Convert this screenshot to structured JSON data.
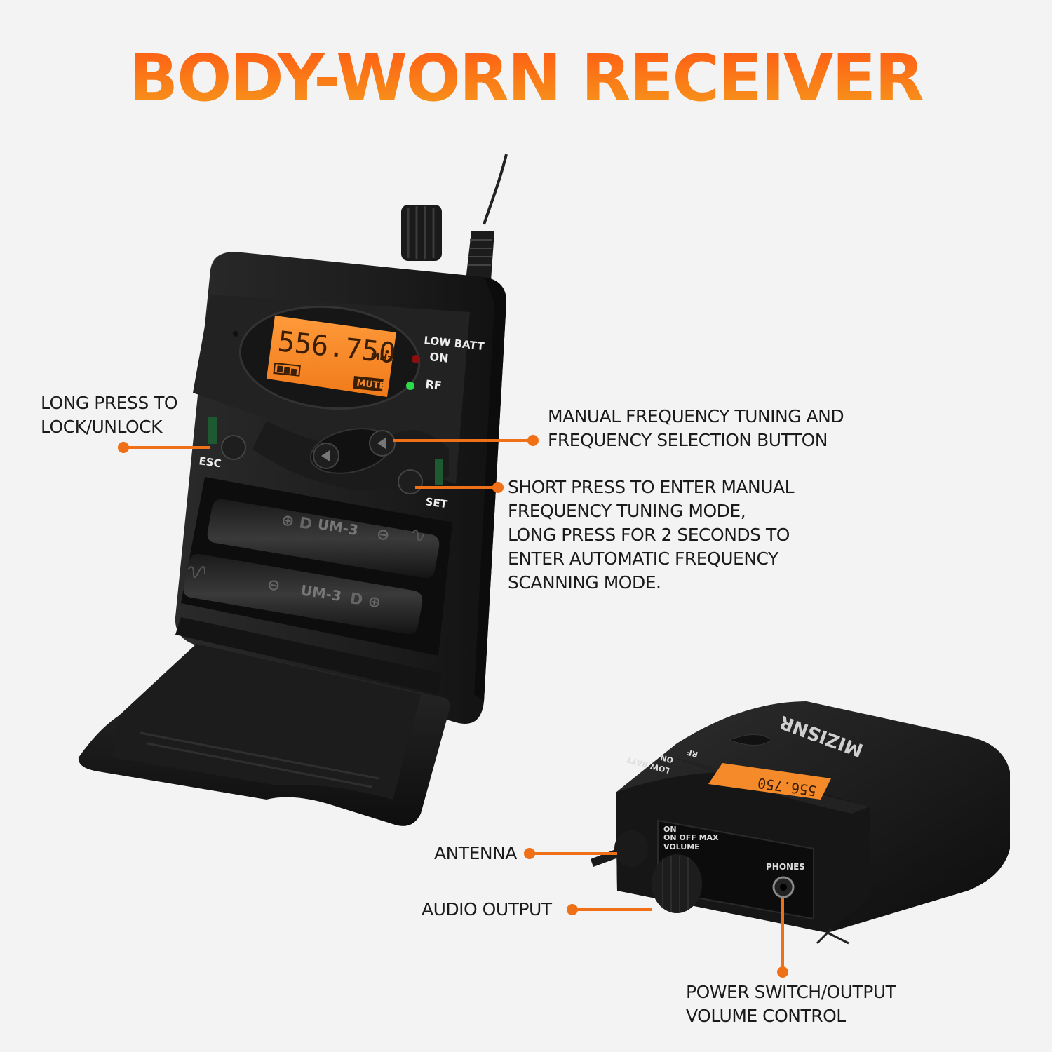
{
  "title": "BODY-WORN RECEIVER",
  "accent_color": "#f07018",
  "device": {
    "frequency": "556.750",
    "unit": "MHz",
    "mute_label": "MUTE",
    "low_batt_label": "LOW BATT",
    "on_label": "ON",
    "rf_label": "RF",
    "esc_label": "ESC",
    "set_label": "SET",
    "battery_label_1": "UM-3",
    "battery_label_2": "UM-3",
    "brand": "MIZISNR",
    "side_on_off": "ON OFF MAX",
    "side_volume": "VOLUME",
    "phones_label": "PHONES"
  },
  "callouts": {
    "lock": [
      "LONG PRESS TO",
      "LOCK/UNLOCK"
    ],
    "manual": [
      "MANUAL FREQUENCY TUNING AND",
      "FREQUENCY SELECTION BUTTON"
    ],
    "short_press": [
      "SHORT PRESS TO ENTER MANUAL",
      "FREQUENCY TUNING MODE,",
      "LONG PRESS FOR 2 SECONDS TO",
      "ENTER AUTOMATIC FREQUENCY",
      "SCANNING MODE."
    ],
    "antenna": [
      "ANTENNA"
    ],
    "audio_output": [
      "AUDIO OUTPUT"
    ],
    "power": [
      "POWER SWITCH/OUTPUT",
      "VOLUME CONTROL"
    ]
  }
}
